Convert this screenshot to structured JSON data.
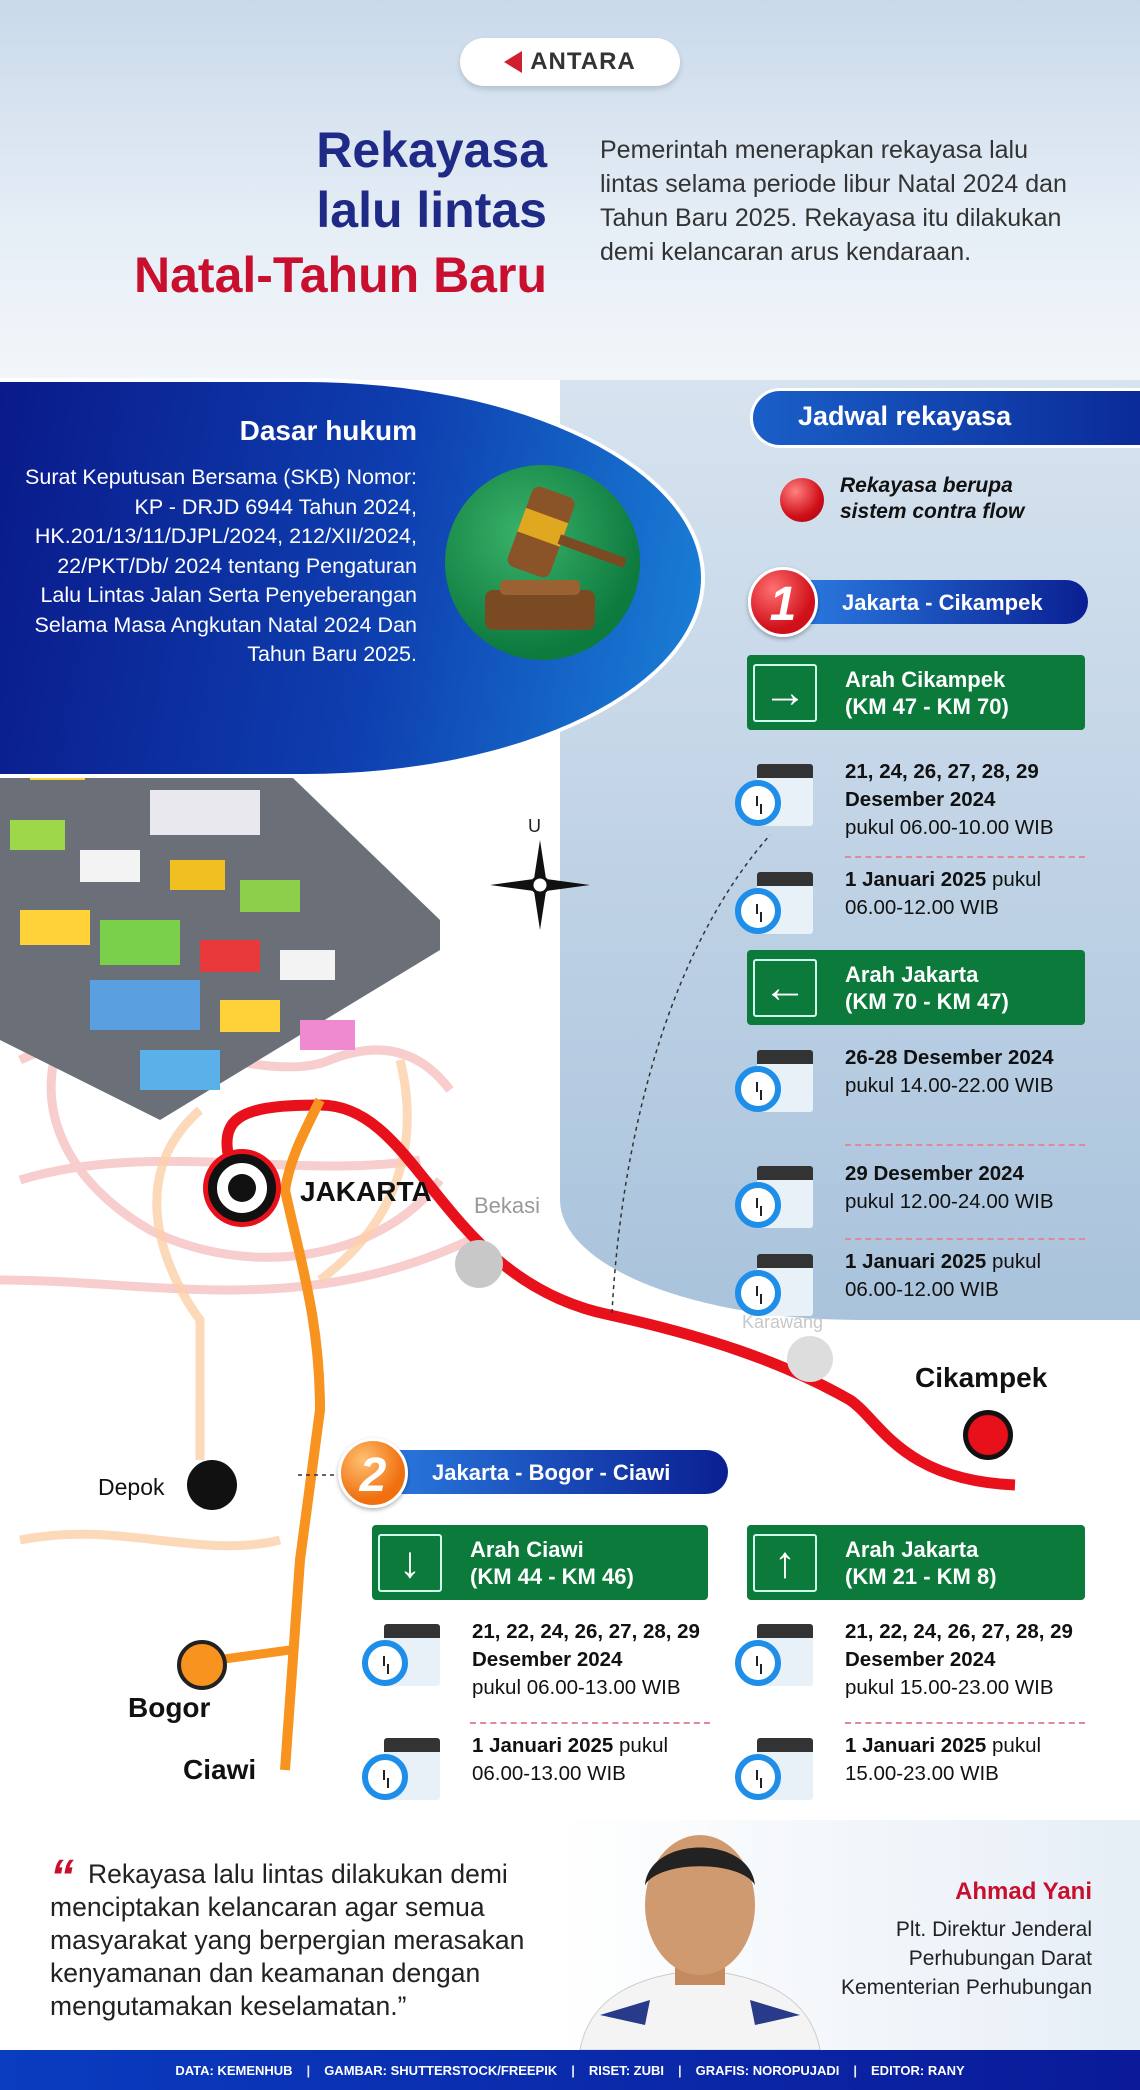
{
  "brand": {
    "logo": "ANTARA"
  },
  "header": {
    "title_lines": [
      "Rekayasa",
      "lalu lintas",
      "Natal-Tahun Baru"
    ],
    "intro": "Pemerintah menerapkan rekayasa lalu lintas selama periode libur Natal 2024 dan Tahun Baru 2025. Rekayasa itu dilakukan demi kelancaran arus kendaraan."
  },
  "legal": {
    "title": "Dasar hukum",
    "body": "Surat Keputusan Bersama (SKB) Nomor: KP - DRJD 6944 Tahun 2024, HK.201/13/11/DJPL/2024, 212/XII/2024, 22/PKT/Db/ 2024 tentang Pengaturan Lalu Lintas Jalan Serta Penyeberangan Selama Masa Angkutan Natal 2024 Dan Tahun Baru 2025."
  },
  "schedule": {
    "title": "Jadwal rekayasa",
    "legend": [
      "Rekayasa berupa",
      "sistem contra flow"
    ],
    "route1": {
      "number": "1",
      "name": "Jakarta - Cikampek",
      "dir1": {
        "label": "Arah Cikampek",
        "km": "(KM 47 - KM 70)",
        "arrow": "arrow-right-icon",
        "items": [
          {
            "bold": "21, 24, 26, 27, 28, 29 Desember 2024",
            "normal": "pukul 06.00-10.00 WIB"
          },
          {
            "bold": "1 Januari 2025",
            "normal": "pukul 06.00-12.00 WIB"
          }
        ]
      },
      "dir2": {
        "label": "Arah Jakarta",
        "km": "(KM 70 - KM 47)",
        "arrow": "arrow-left-icon",
        "items": [
          {
            "bold": "26-28 Desember 2024",
            "normal": "pukul 14.00-22.00 WIB"
          },
          {
            "bold": "29 Desember 2024",
            "normal": "pukul 12.00-24.00 WIB"
          },
          {
            "bold": "1 Januari 2025",
            "normal": "pukul 06.00-12.00 WIB"
          }
        ]
      }
    },
    "route2": {
      "number": "2",
      "name": "Jakarta - Bogor - Ciawi",
      "dir1": {
        "label": "Arah Ciawi",
        "km": "(KM 44 - KM 46)",
        "arrow": "arrow-down-icon",
        "items": [
          {
            "bold": "21, 22, 24, 26, 27, 28, 29 Desember 2024",
            "normal": "pukul 06.00-13.00 WIB"
          },
          {
            "bold": "1 Januari 2025",
            "normal": "pukul 06.00-13.00 WIB"
          }
        ]
      },
      "dir2": {
        "label": "Arah Jakarta",
        "km": "(KM 21 - KM 8)",
        "arrow": "arrow-up-icon",
        "items": [
          {
            "bold": "21, 22, 24, 26, 27, 28, 29 Desember 2024",
            "normal": "pukul 15.00-23.00 WIB"
          },
          {
            "bold": "1 Januari 2025",
            "normal": "pukul 15.00-23.00 WIB"
          }
        ]
      }
    }
  },
  "map": {
    "compass": "U",
    "cities": {
      "jakarta": "JAKARTA",
      "bekasi": "Bekasi",
      "karawang": "Karawang",
      "cikampek": "Cikampek",
      "depok": "Depok",
      "bogor": "Bogor",
      "ciawi": "Ciawi"
    },
    "colors": {
      "route1": "#e8101a",
      "route2": "#f7931e"
    }
  },
  "quote": {
    "text": "Rekayasa lalu lintas dilakukan demi menciptakan kelancaran agar semua masyarakat yang berpergian merasakan kenyamanan dan keamanan dengan mengutamakan keselamatan.”",
    "name": "Ahmad Yani",
    "role": [
      "Plt. Direktur Jenderal",
      "Perhubungan Darat",
      "Kementerian Perhubungan"
    ]
  },
  "footer": [
    "DATA: KEMENHUB",
    "GAMBAR: SHUTTERSTOCK/FREEPIK",
    "RISET: ZUBI",
    "GRAFIS: NOROPUJADI",
    "EDITOR: RANY"
  ]
}
